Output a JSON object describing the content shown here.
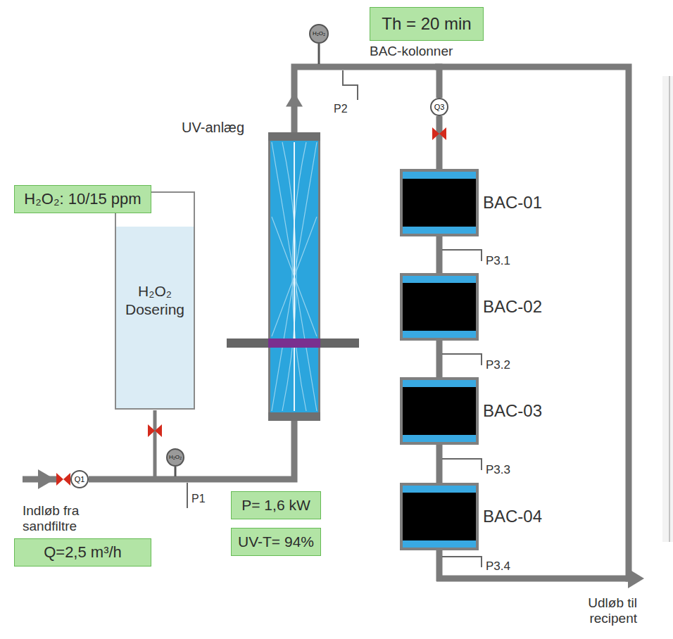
{
  "diagram": {
    "nodes": [
      {
        "text": [
          "Th = 20 min"
        ]
      },
      {
        "text": [
          "H₂O₂"
        ]
      },
      {
        "text": [
          "Q3"
        ]
      },
      {
        "text": [
          "BAC-01"
        ]
      },
      {
        "text": [
          "H₂O₂ Dosering"
        ]
      },
      {
        "text": [
          "H₂O₂: 10/15 ppm"
        ]
      },
      {
        "text": [
          "UV-anlæg"
        ]
      },
      {
        "text": [
          "BAC-02"
        ]
      },
      {
        "text": [
          "BAC-03"
        ]
      },
      {
        "text": [
          "Q1"
        ]
      },
      {
        "text": [
          "H₂O₂"
        ]
      },
      {
        "text": [
          "BAC-04"
        ]
      },
      {
        "text": [
          "P= 1,6 kW"
        ]
      },
      {
        "text": [
          "UV-T= 94%"
        ]
      },
      {
        "text": [
          "Q=2,5 m³/h"
        ]
      }
    ],
    "edges": [
      {
        "from": 9,
        "to": 6,
        "arrow": "none"
      },
      {
        "from": 6,
        "to": 2,
        "arrow": "to"
      },
      {
        "from": 2,
        "to": 3,
        "arrow": "none"
      },
      {
        "from": 3,
        "to": 7,
        "arrow": "none"
      },
      {
        "from": 7,
        "to": 8,
        "arrow": "none"
      },
      {
        "from": 8,
        "to": 11,
        "arrow": "none"
      }
    ],
    "labels": [
      "BAC-kolonner",
      "P2",
      "P3.1",
      "P3.2",
      "P3.3",
      "P3.4",
      "P1",
      "Indløb fra sandfiltre",
      "Udløb til recipent"
    ]
  }
}
